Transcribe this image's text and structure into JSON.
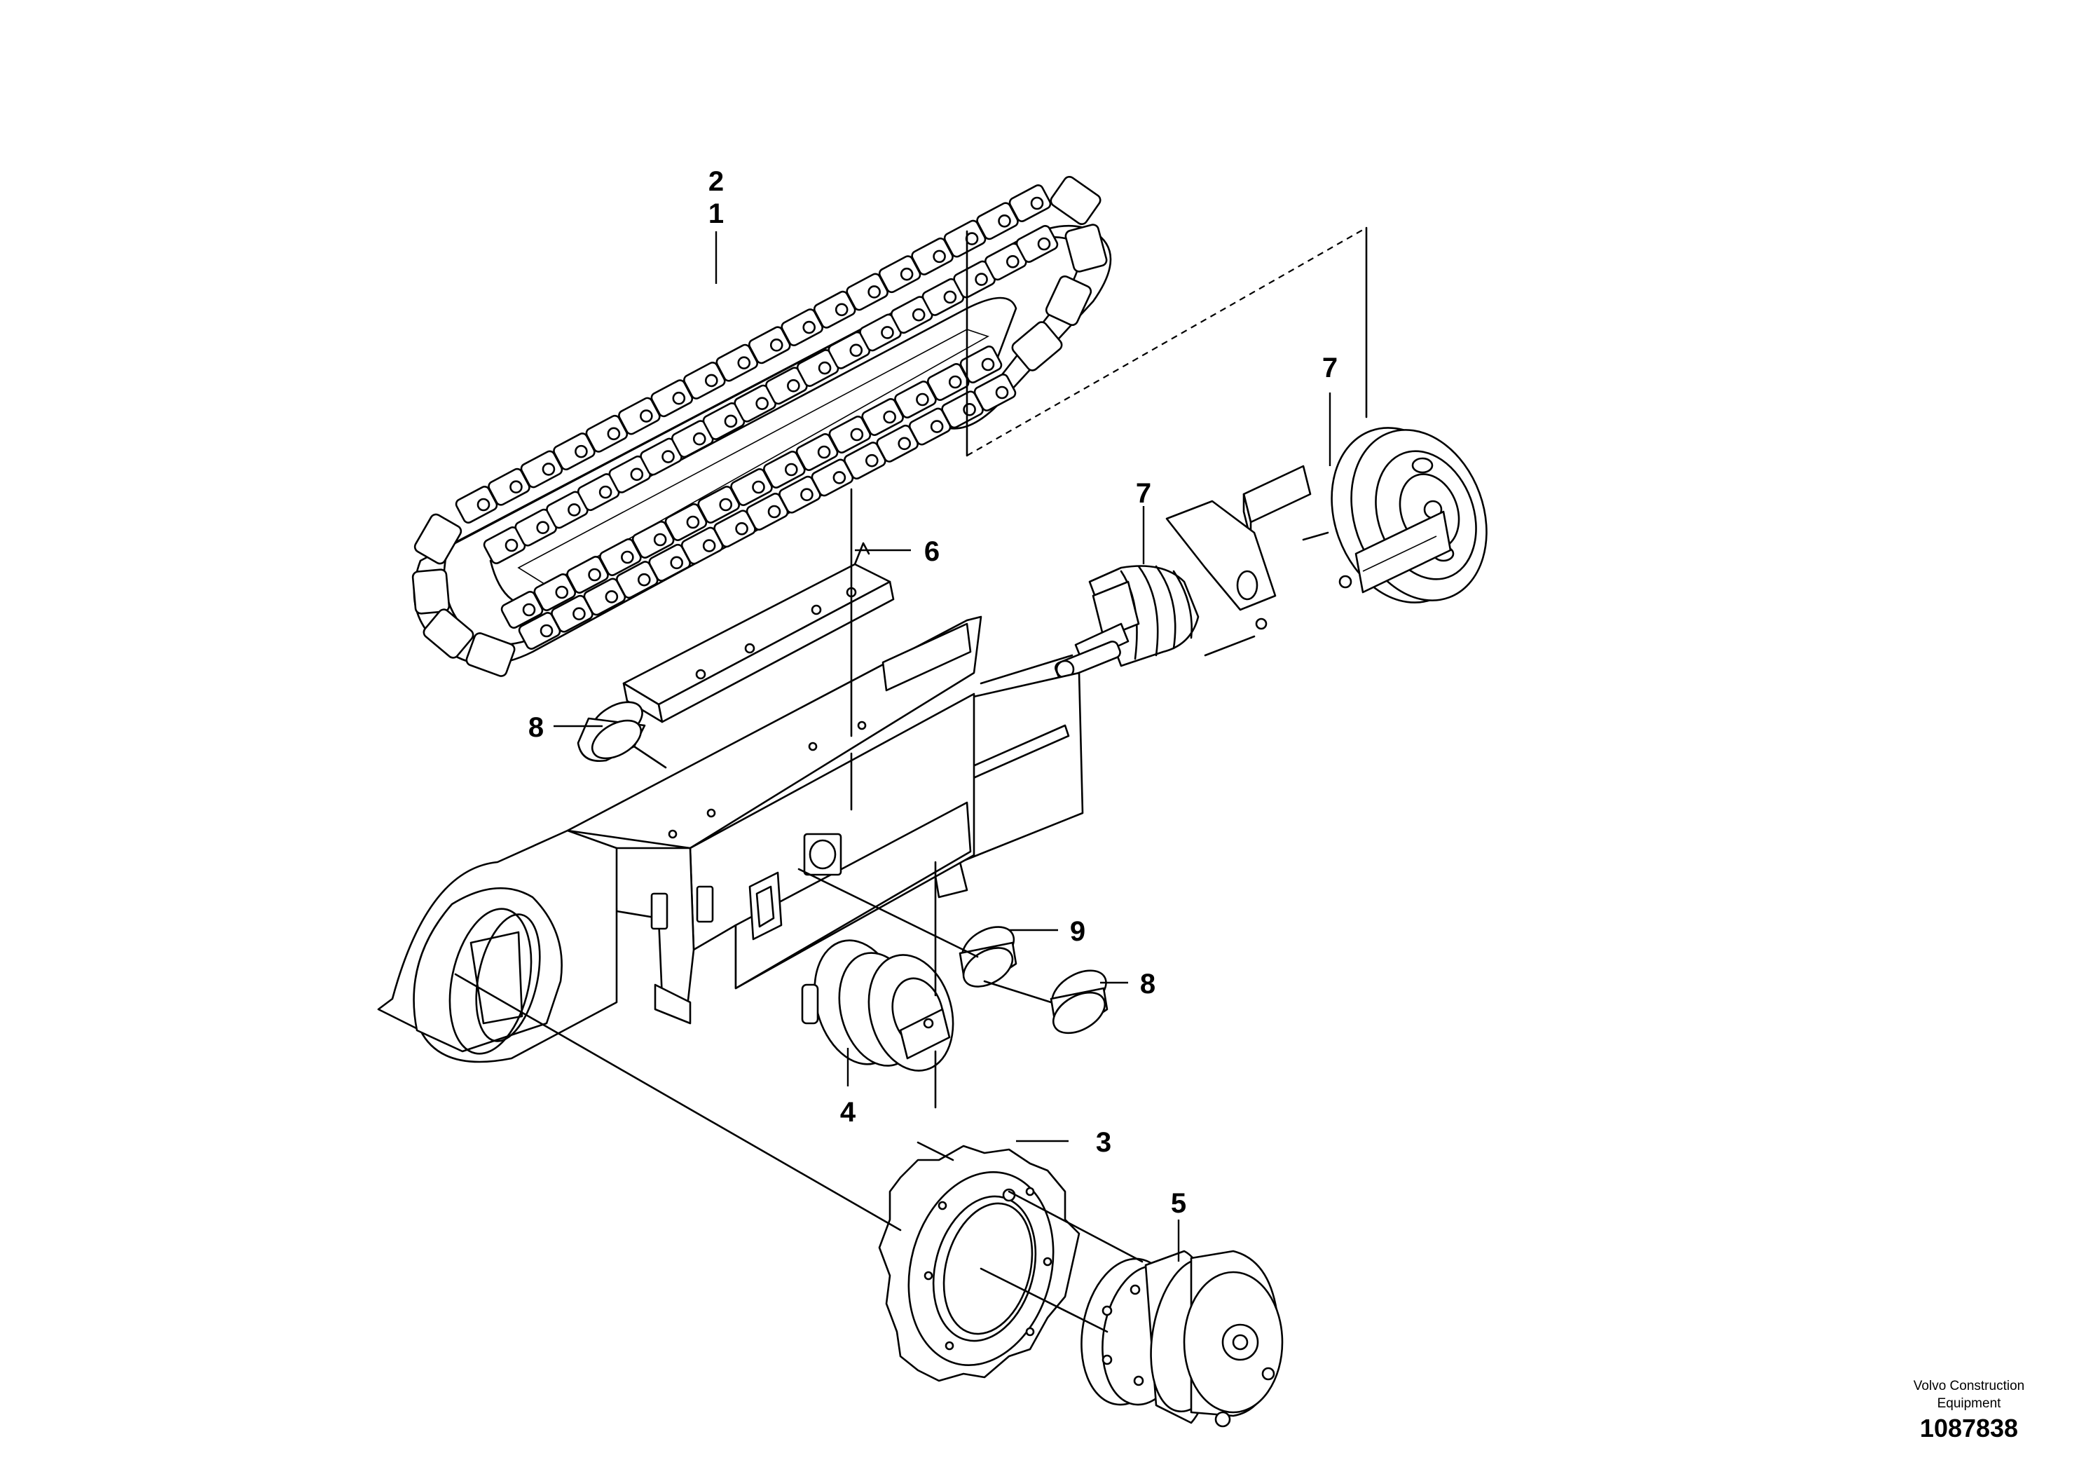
{
  "callouts": {
    "c2": "2",
    "c1": "1",
    "c7a": "7",
    "c7b": "7",
    "c6": "6",
    "c8a": "8",
    "c9": "9",
    "c8b": "8",
    "c4": "4",
    "c3": "3",
    "c5": "5"
  },
  "footer": {
    "brand_line1": "Volvo Construction",
    "brand_line2": "Equipment",
    "drawing_number": "1087838"
  }
}
